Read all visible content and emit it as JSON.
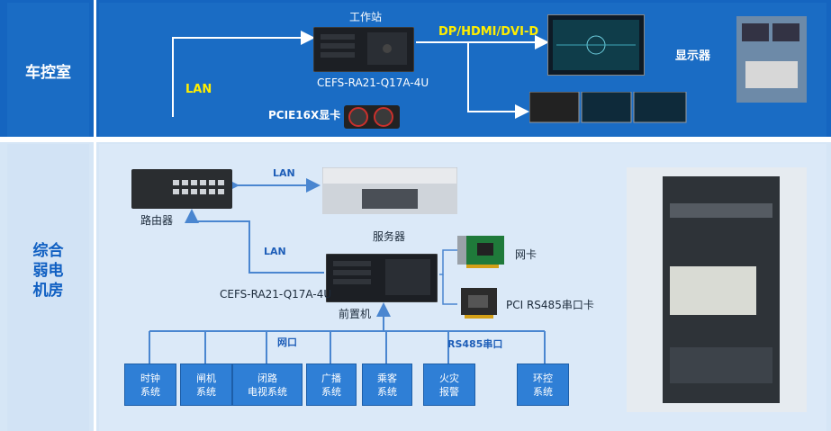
{
  "rooms": {
    "control_room": "车控室",
    "weak_current_room": "综合\n弱电\n机房"
  },
  "top": {
    "workstation_label": "工作站",
    "workstation_model": "CEFS-RA21-Q17A-4U",
    "lan_label": "LAN",
    "video_output_label": "DP/HDMI/DVI-D",
    "display_label": "显示器",
    "gpu_label": "PCIE16X显卡"
  },
  "bottom": {
    "router_label": "路由器",
    "server_label": "服务器",
    "lan_label_1": "LAN",
    "lan_label_2": "LAN",
    "frontend_model": "CEFS-RA21-Q17A-4U",
    "frontend_label": "前置机",
    "nic_label": "网卡",
    "serial_card_label": "PCI RS485串口卡",
    "network_port_label": "网口",
    "rs485_label": "RS485串口",
    "systems": [
      "时钟\n系统",
      "闸机\n系统",
      "闭路\n电视系统",
      "广播\n系统",
      "乘客\n系统",
      "火灾\n报警",
      "环控\n系统"
    ]
  },
  "colors": {
    "top_band": "#1a6cc4",
    "bottom_band": "#dbe9f8",
    "accent_yellow": "#ffee00",
    "system_box": "#2f7fd6",
    "line_blue": "#4a86d0"
  }
}
